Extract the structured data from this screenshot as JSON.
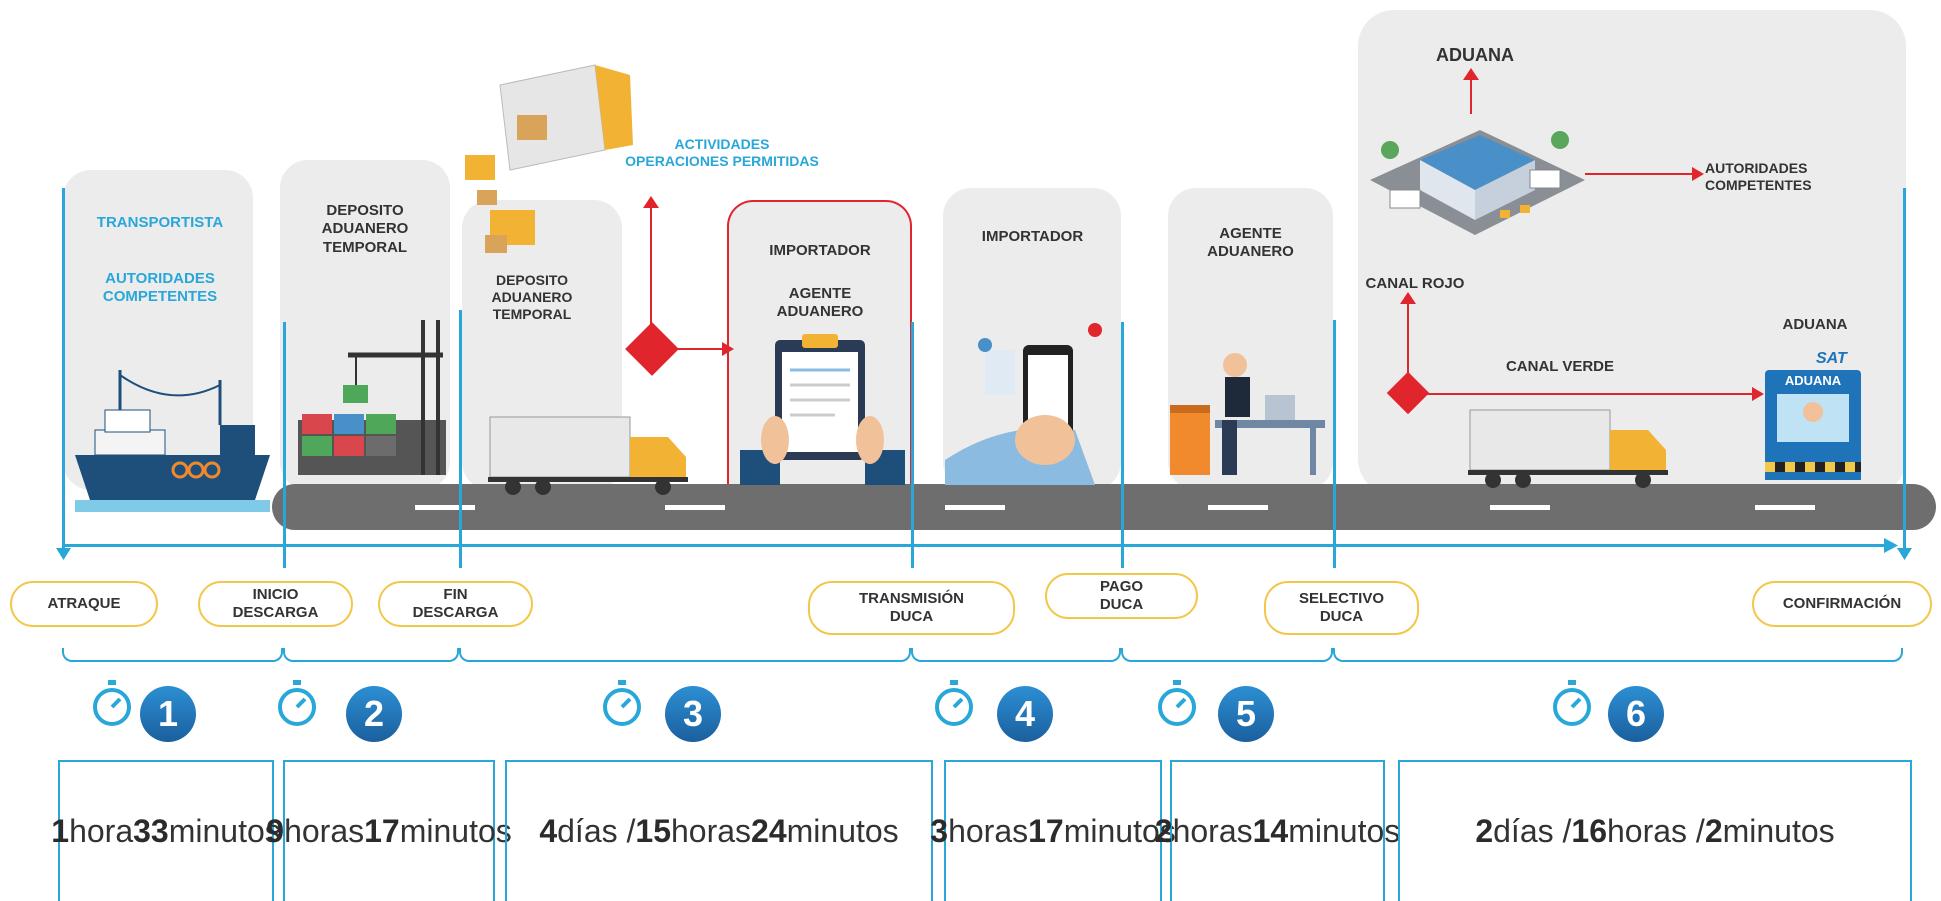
{
  "labels": {
    "transportista": "TRANSPORTISTA",
    "autoridades_1": "AUTORIDADES\nCOMPETENTES",
    "deposito_1": "DEPOSITO\nADUANERO\nTEMPORAL",
    "deposito_2": "DEPOSITO\nADUANERO\nTEMPORAL",
    "actividades": "ACTIVIDADES\nOPERACIONES PERMITIDAS",
    "importador_1": "IMPORTADOR",
    "agente_1": "AGENTE\nADUANERO",
    "importador_2": "IMPORTADOR",
    "agente_2": "AGENTE\nADUANERO",
    "aduana_top": "ADUANA",
    "autoridades_2": "AUTORIDADES\nCOMPETENTES",
    "canal_rojo": "CANAL ROJO",
    "canal_verde": "CANAL VERDE",
    "aduana_right": "ADUANA",
    "sat_logo": "SAT",
    "aduana_booth": "ADUANA"
  },
  "milestones": [
    {
      "label": "ATRAQUE"
    },
    {
      "label": "INICIO\nDESCARGA"
    },
    {
      "label": "FIN\nDESCARGA"
    },
    {
      "label": "TRANSMISIÓN\nDUCA"
    },
    {
      "label": "PAGO\nDUCA"
    },
    {
      "label": "SELECTIVO\nDUCA"
    },
    {
      "label": "CONFIRMACIÓN"
    }
  ],
  "steps": [
    {
      "number": "1",
      "time_html": "<b>1</b> hora<br><b>33</b> minutos"
    },
    {
      "number": "2",
      "time_html": "<b>9</b> horas<br><b>17</b> minutos"
    },
    {
      "number": "3",
      "time_html": "<b>4</b> días / <b>15</b> horas<br><b>24</b> minutos"
    },
    {
      "number": "4",
      "time_html": "<b>3</b> horas<br><b>17</b> minutos"
    },
    {
      "number": "5",
      "time_html": "<b>2</b> horas<br><b>14</b> minutos"
    },
    {
      "number": "6",
      "time_html": "<b>2</b> días / <b>16</b> horas / <b>2</b> minutos"
    }
  ],
  "colors": {
    "accent": "#29a7d9",
    "badge": "#1b5f9e",
    "pill_border": "#f2c84b",
    "red": "#e0252d",
    "road": "#6e6e6e"
  }
}
